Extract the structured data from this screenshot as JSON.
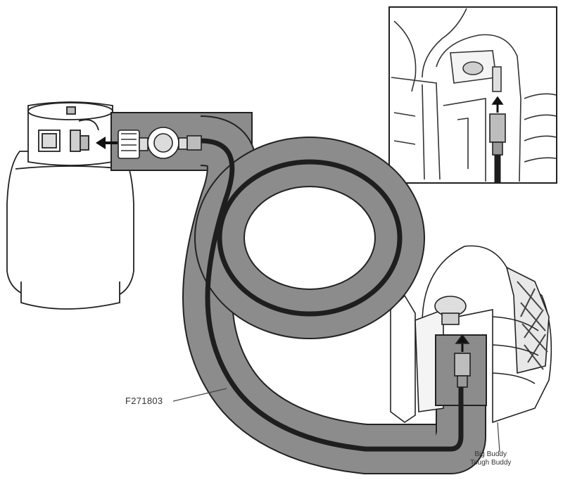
{
  "callouts": {
    "part_number": "F271803",
    "heater_models": [
      "Big Buddy",
      "Tough Buddy"
    ]
  },
  "colors": {
    "hose_band": "#8c8c8c",
    "hose_line": "#1e1e1e",
    "outline": "#222222",
    "fill": "#ffffff"
  },
  "icons": [
    "propane-tank-icon",
    "regulator-icon",
    "heater-icon",
    "arrow-icon"
  ]
}
